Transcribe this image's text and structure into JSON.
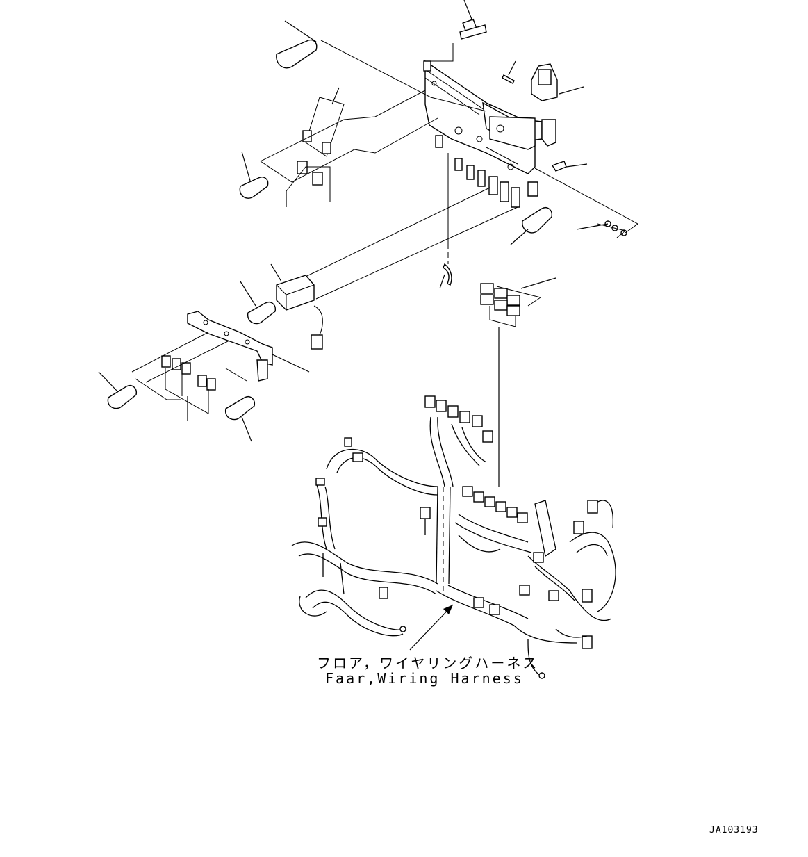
{
  "caption": {
    "japanese": "フロア，ワイヤリングハーネス",
    "english": "Faar,Wiring Harness"
  },
  "drawing_number": "JA103193",
  "colors": {
    "line": "#000000",
    "background": "#ffffff"
  }
}
